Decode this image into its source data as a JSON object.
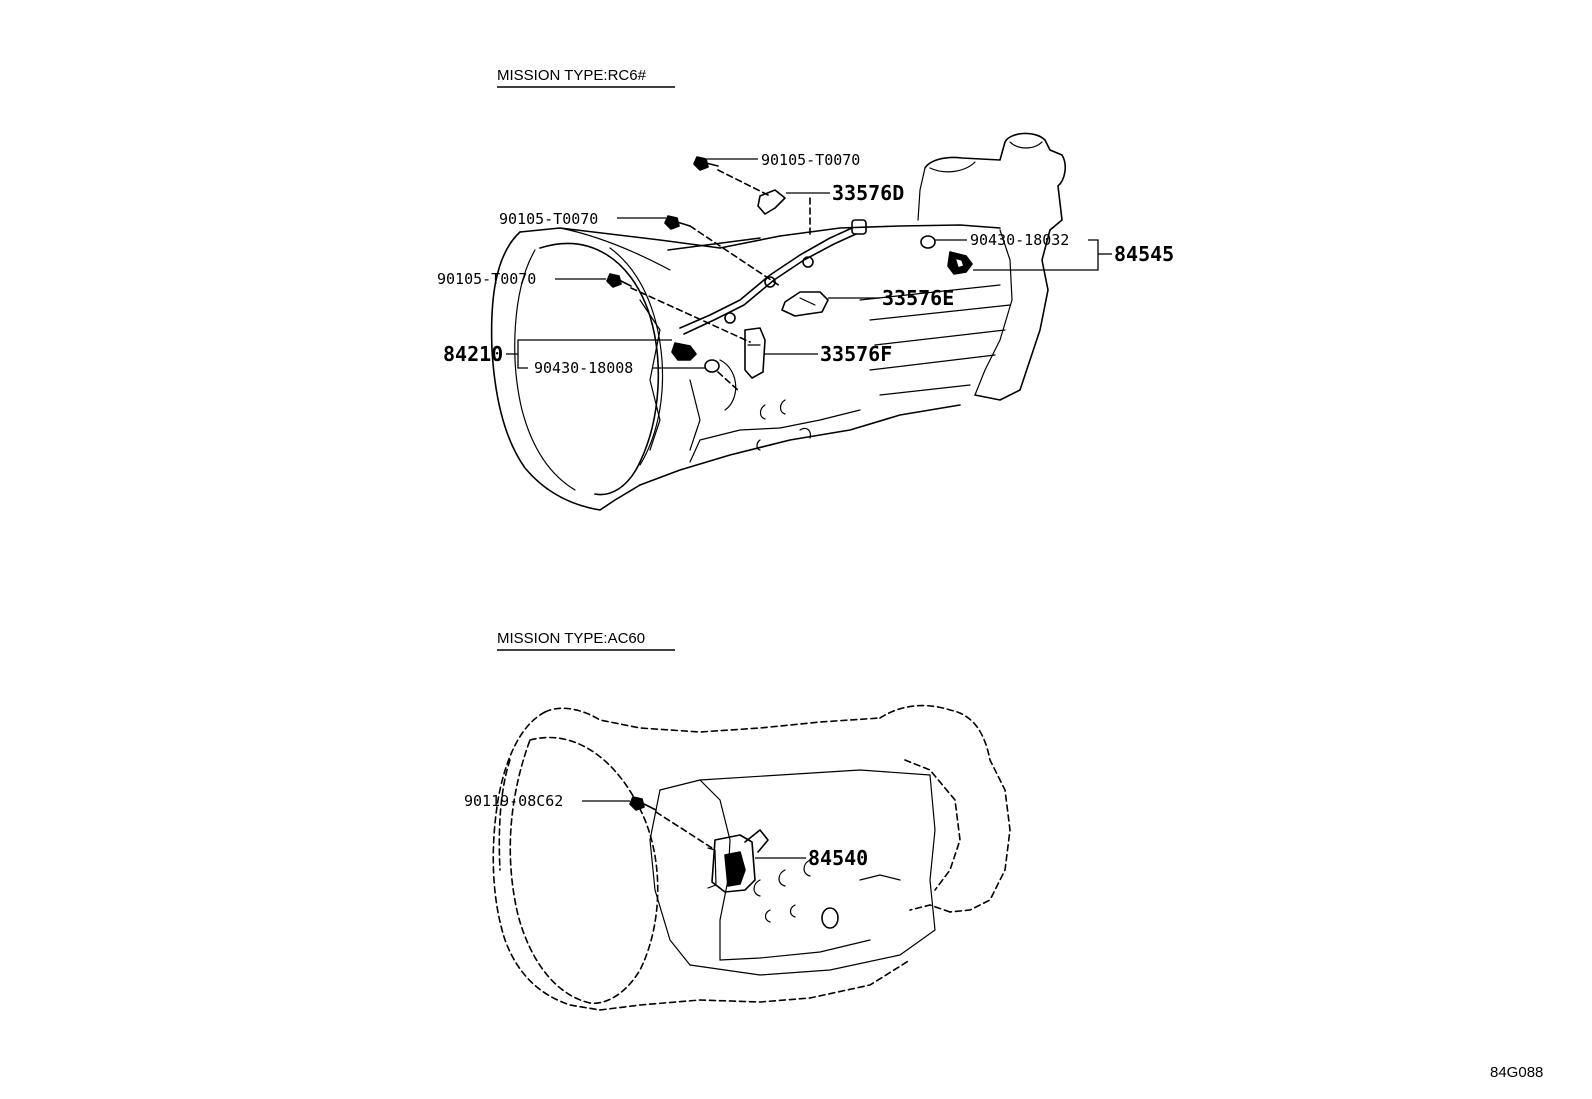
{
  "sections": [
    {
      "title": "MISSION TYPE:RC6#",
      "labels": {
        "bolt_top": "90105-T0070",
        "bracket_d": "33576D",
        "bolt_mid": "90105-T0070",
        "bolt_left": "90105-T0070",
        "gasket_right": "90430-18032",
        "switch_right": "84545",
        "bracket_e": "33576E",
        "bracket_f": "33576F",
        "switch_left": "84210",
        "gasket_left": "90430-18008"
      }
    },
    {
      "title": "MISSION TYPE:AC60",
      "labels": {
        "bolt": "90119-08C62",
        "switch": "84540"
      }
    }
  ],
  "diagram_id": "84G088"
}
